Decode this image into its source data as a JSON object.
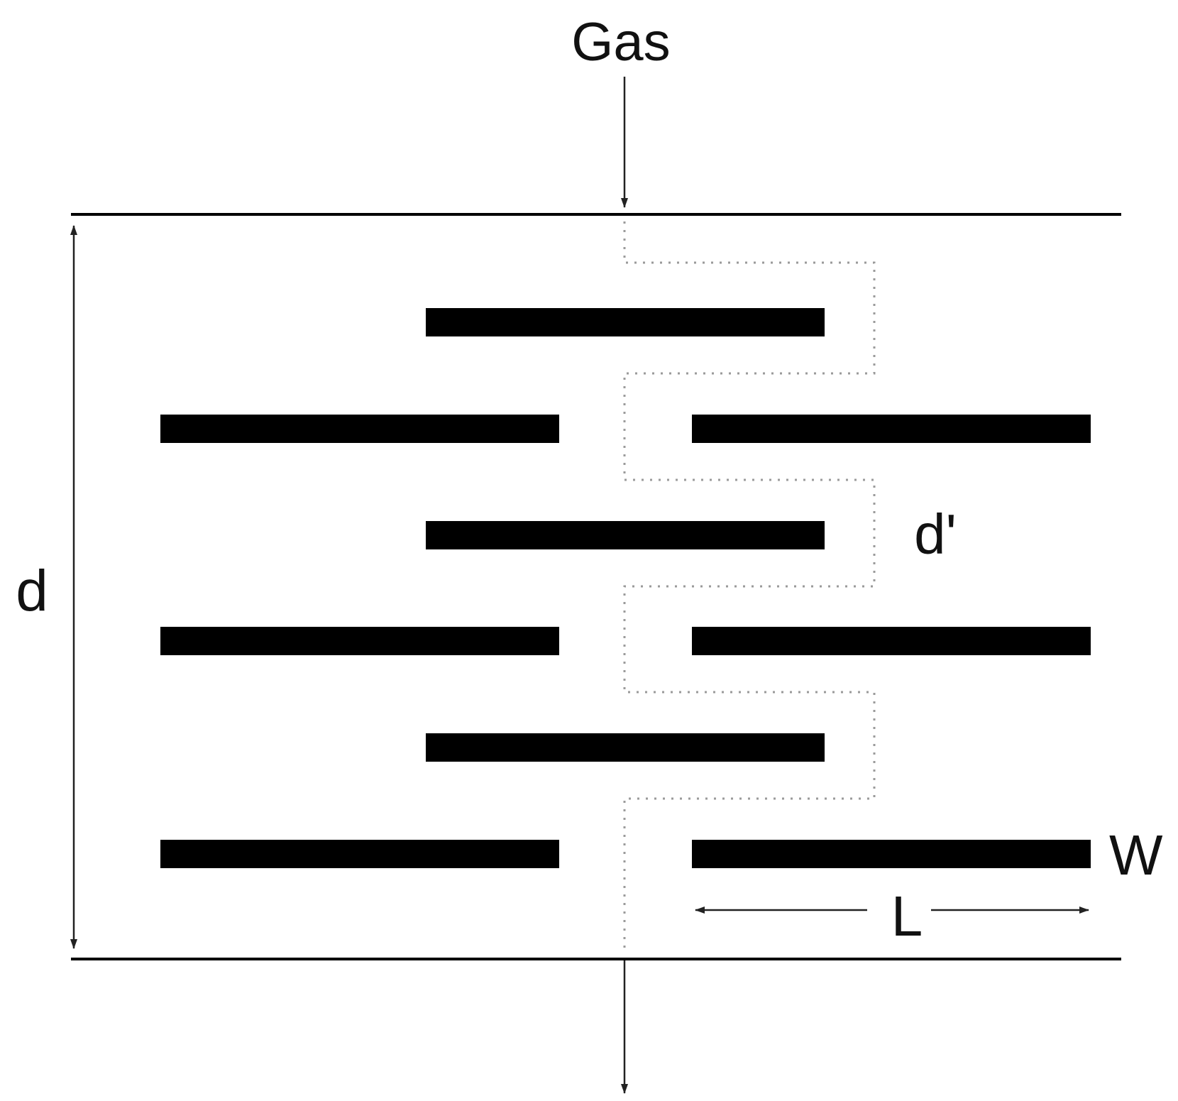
{
  "labels": {
    "gas": "Gas",
    "d": "d",
    "d_prime": "d'",
    "w": "W",
    "l": "L"
  },
  "colors": {
    "ink": "#000000",
    "flow_path": "#9a9a9a"
  }
}
